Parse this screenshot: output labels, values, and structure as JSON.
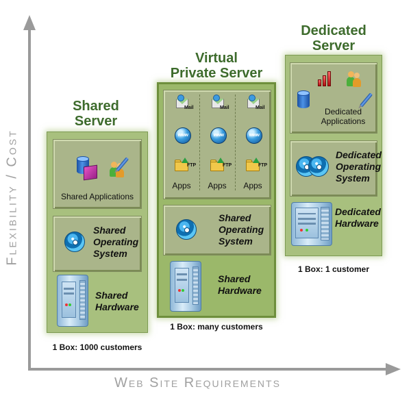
{
  "axes": {
    "y_label": "Flexibility / Cost",
    "x_label": "Web Site Requirements"
  },
  "shared": {
    "title_line1": "Shared",
    "title_line2": "Server",
    "apps_label": "Shared Applications",
    "os_line1": "Shared",
    "os_line2": "Operating",
    "os_line3": "System",
    "hw_line1": "Shared",
    "hw_line2": "Hardware",
    "caption": "1 Box: 1000 customers"
  },
  "vps": {
    "title_line1": "Virtual",
    "title_line2": "Private Server",
    "mail_label": "Mail",
    "www_label": "www",
    "ftp_label": "FTP",
    "apps_label": "Apps",
    "os_line1": "Shared",
    "os_line2": "Operating",
    "os_line3": "System",
    "hw_line1": "Shared",
    "hw_line2": "Hardware",
    "caption": "1 Box: many customers"
  },
  "dedicated": {
    "title_line1": "Dedicated",
    "title_line2": "Server",
    "apps_line1": "Dedicated",
    "apps_line2": "Applications",
    "os_line1": "Dedicated",
    "os_line2": "Operating",
    "os_line3": "System",
    "hw_line1": "Dedicated",
    "hw_line2": "Hardware",
    "caption": "1 Box: 1 customer"
  }
}
